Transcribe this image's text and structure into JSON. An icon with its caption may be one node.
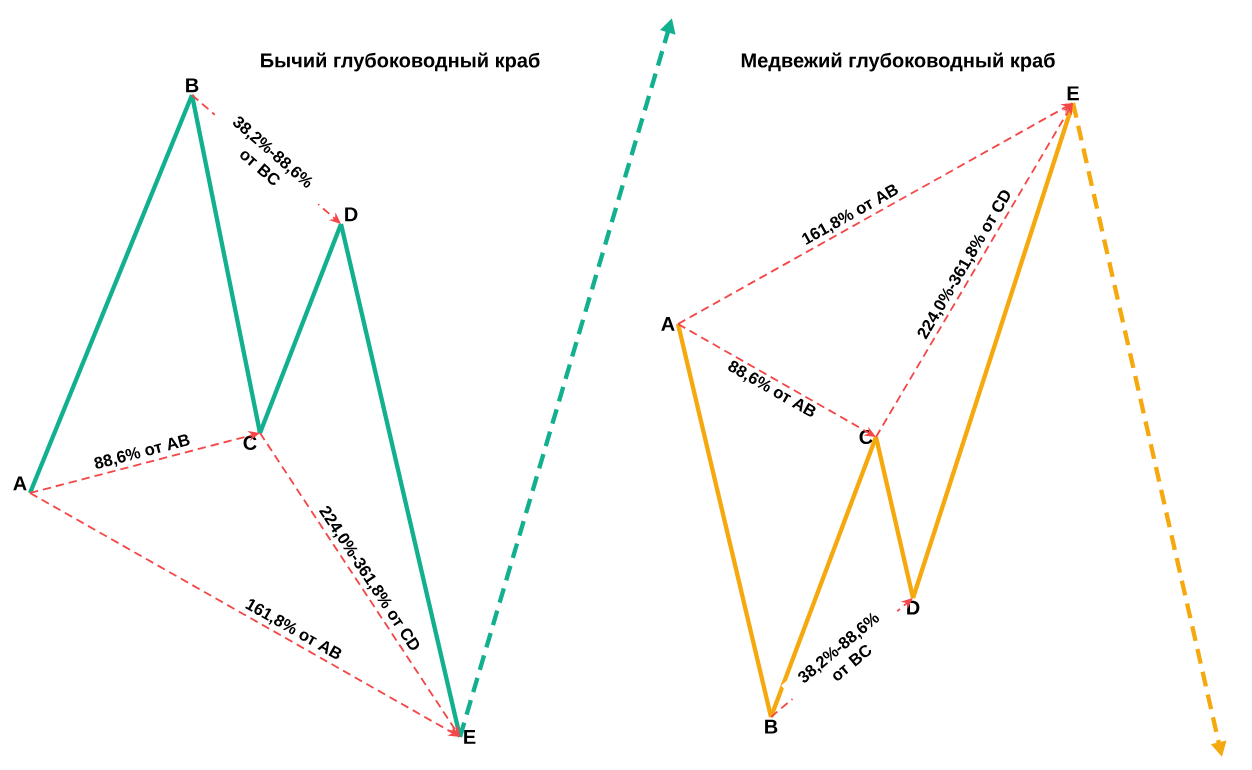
{
  "diagram": {
    "nodes": [
      {
        "text": [
          "A"
        ]
      },
      {
        "text": [
          "B"
        ]
      },
      {
        "text": [
          "C"
        ]
      },
      {
        "text": [
          "D"
        ]
      },
      {
        "text": [
          "E"
        ]
      },
      {
        "text": [
          "A"
        ]
      },
      {
        "text": [
          "B"
        ]
      },
      {
        "text": [
          "C"
        ]
      },
      {
        "text": [
          "D"
        ]
      },
      {
        "text": [
          "E"
        ]
      }
    ],
    "edges": [
      {
        "from": 0,
        "to": 1,
        "arrow": "none",
        "color": "#12b08f"
      },
      {
        "from": 1,
        "to": 2,
        "arrow": "none",
        "color": "#12b08f"
      },
      {
        "from": 2,
        "to": 3,
        "arrow": "none",
        "color": "#12b08f"
      },
      {
        "from": 3,
        "to": 4,
        "arrow": "none",
        "color": "#12b08f"
      },
      {
        "from": 4,
        "to": null,
        "arrow": "to",
        "style": "dashed",
        "color": "#12b08f"
      },
      {
        "from": 1,
        "to": 3,
        "arrow": "to",
        "style": "dashed",
        "label": "38,2%-88,6% от BC"
      },
      {
        "from": 0,
        "to": 2,
        "arrow": "to",
        "style": "dashed",
        "label": "88,6% от AB"
      },
      {
        "from": 0,
        "to": 4,
        "arrow": "to",
        "style": "dashed",
        "label": "161,8% от AB"
      },
      {
        "from": 2,
        "to": 4,
        "arrow": "to",
        "style": "dashed",
        "label": "224,0%-361,8% от CD"
      },
      {
        "from": 5,
        "to": 6,
        "arrow": "none",
        "color": "#f5a90f"
      },
      {
        "from": 6,
        "to": 7,
        "arrow": "none",
        "color": "#f5a90f"
      },
      {
        "from": 7,
        "to": 8,
        "arrow": "none",
        "color": "#f5a90f"
      },
      {
        "from": 8,
        "to": 9,
        "arrow": "none",
        "color": "#f5a90f"
      },
      {
        "from": 9,
        "to": null,
        "arrow": "to",
        "style": "dashed",
        "color": "#f5a90f"
      },
      {
        "from": 5,
        "to": 9,
        "arrow": "to",
        "style": "dashed",
        "label": "161,8% от AB"
      },
      {
        "from": 5,
        "to": 7,
        "arrow": "to",
        "style": "dashed",
        "label": "88,6% от AB"
      },
      {
        "from": 7,
        "to": 9,
        "arrow": "to",
        "style": "dashed",
        "label": "224,0%-361,8% от CD"
      },
      {
        "from": 6,
        "to": 8,
        "arrow": "to",
        "style": "dashed",
        "label": "38,2%-88,6% от BC"
      }
    ],
    "labels": [
      "Бычий глубоководный краб",
      "Медвежий глубоководный краб"
    ]
  }
}
